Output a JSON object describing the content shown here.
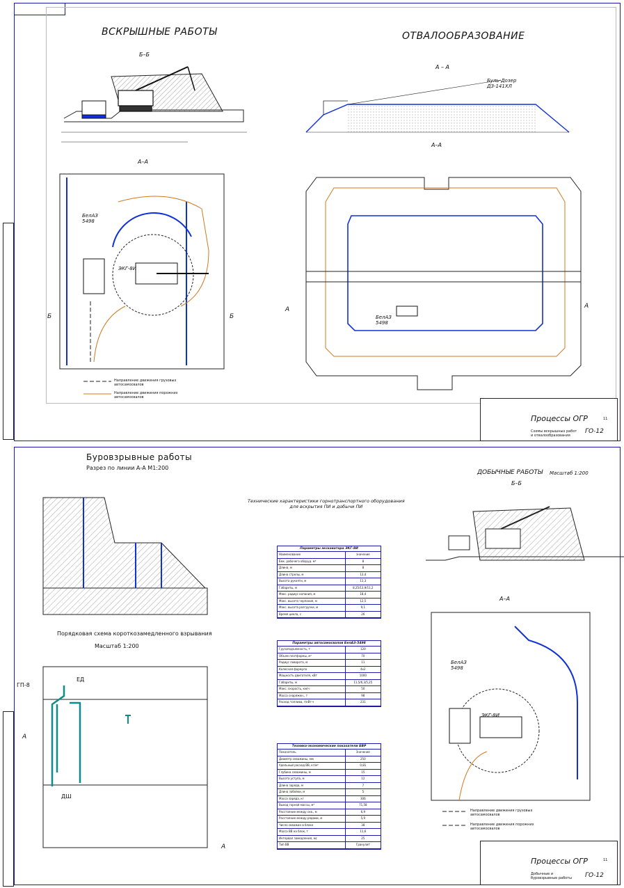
{
  "sheet1": {
    "title_left": "ВСКРЫШНЫЕ РАБОТЫ",
    "title_right": "ОТВАЛООБРАЗОВАНИЕ",
    "section_bb": "Б–Б",
    "section_aa": "А – А",
    "plan_aa_left": "А–А",
    "plan_aa_right": "А–А",
    "dragline_label": "Буль-Дозер\nДЗ-141ХЛ",
    "excavator_label": "ЭКГ-8И",
    "truck_label": "БелАЗ\n5498",
    "legend_loaded": "Направление движения грузовых автосамосвалов",
    "legend_empty": "Направление движения порожних автосамосвалов",
    "cut_b": "Б",
    "cut_a": "А",
    "stamp_title": "Процессы ОГР",
    "stamp_code": "ГО-12",
    "stamp_sheet": "11",
    "stamp_sub": "Схемы вскрышных работ и отвалообразования"
  },
  "sheet2": {
    "title_left": "Буровзрывные работы",
    "subtitle_left": "Разрез по линии А-А М1:200",
    "scheme_title": "Порядковая схема короткозамедленного взрывания",
    "scheme_scale": "Масштаб 1:200",
    "title_right": "ДОБЫЧНЫЕ РАБОТЫ",
    "title_right_scale": "Масштаб 1:200",
    "section_bb": "Б–Б",
    "plan_aa": "А–А",
    "tech_note": "Технические характеристики горнотранспортного оборудования\nдля вскрытия ПИ и добычи ПИ",
    "excavator_label": "ЭКГ-8И",
    "truck_label": "БелАЗ\n5498",
    "legend_loaded": "Направление движения грузовых автосамосвалов",
    "legend_empty": "Направление движения порожних автосамосвалов",
    "label_dsh": "ДШ",
    "label_tp": "ГП-8",
    "label_ed": "ЕД",
    "cut_a": "А",
    "stamp_title": "Процессы ОГР",
    "stamp_code": "ГО-12",
    "stamp_sheet": "11",
    "stamp_sub": "Добычные и буровзрывные работы"
  },
  "tables": {
    "excavator": {
      "title": "Параметры экскаватора ЭКГ-8И",
      "rows": [
        [
          "Наименование",
          "значение"
        ],
        [
          "Ёмк. рабочего оборуд. м³",
          "8"
        ],
        [
          "Длина, м",
          "8"
        ],
        [
          "Длина стрелы, м",
          "13,4"
        ],
        [
          "Высота рукояти, м",
          "11,3"
        ],
        [
          "Габариты, м",
          "8,25/13,9/11,2"
        ],
        [
          "Макс. радиус копания, м",
          "18,4"
        ],
        [
          "Макс. высота черпания, м",
          "12,5"
        ],
        [
          "Макс. высота разгрузки, м",
          "9,1"
        ],
        [
          "Время цикла, с",
          "26"
        ]
      ]
    },
    "truck": {
      "title": "Параметры автосамосвалов БелАЗ-5498",
      "rows": [
        [
          "Грузоподъемность, т",
          "120"
        ],
        [
          "Объем платформы, м³",
          "70"
        ],
        [
          "Радиус поворота, м",
          "11"
        ],
        [
          "Колесная формула",
          "4x2"
        ],
        [
          "Мощность двигателя, кВт",
          "1000"
        ],
        [
          "Габариты, м",
          "11,5/6,3/5,25"
        ],
        [
          "Макс. скорость, км/ч",
          "50"
        ],
        [
          "Масса снаряжен., т",
          "98"
        ],
        [
          "Расход топлива, г/кВт·ч",
          "231"
        ]
      ]
    },
    "drill": {
      "title": "Технико-экономические показатели БВР",
      "rows": [
        [
          "Показатель",
          "Значение"
        ],
        [
          "Диаметр скважины, мм",
          "250"
        ],
        [
          "Удельный расход ВВ, кг/м³",
          "0,81"
        ],
        [
          "Глубина скважины, м",
          "15"
        ],
        [
          "Высота уступа, м",
          "12"
        ],
        [
          "Длина заряда, м",
          "7"
        ],
        [
          "Длина забойки, м",
          "5"
        ],
        [
          "Масса заряда, кг",
          "306"
        ],
        [
          "Выход горной массы, м³",
          "71,58"
        ],
        [
          "Расстояние между скв., м",
          "6,9"
        ],
        [
          "Расстояние между рядами, м",
          "5,9"
        ],
        [
          "Число скважин в блоке",
          "38"
        ],
        [
          "Масса ВВ на блок, т",
          "11,6"
        ],
        [
          "Интервал замедления, мс",
          "25"
        ],
        [
          "Тип ВВ",
          "Гранулит"
        ]
      ]
    }
  },
  "colors": {
    "frame": "#1a1aa8",
    "orange": "#d2781e",
    "teal": "#0e8c8c",
    "blue": "#1030d8"
  }
}
